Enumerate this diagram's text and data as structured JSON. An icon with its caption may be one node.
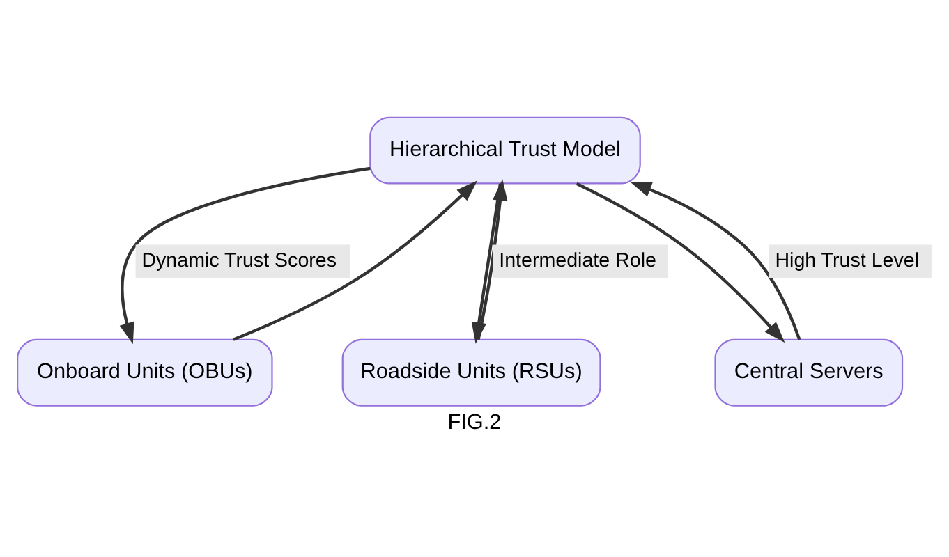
{
  "diagram": {
    "caption": "FIG.2",
    "nodes": [
      {
        "text": [
          "Hierarchical Trust Model"
        ]
      },
      {
        "text": [
          "Onboard Units (OBUs)"
        ]
      },
      {
        "text": [
          "Roadside Units (RSUs)"
        ]
      },
      {
        "text": [
          "Central Servers"
        ]
      }
    ],
    "edges": [
      {
        "from": 0,
        "to": 1,
        "arrow": "to",
        "label": "Dynamic Trust Scores"
      },
      {
        "from": 1,
        "to": 0,
        "arrow": "to"
      },
      {
        "from": 0,
        "to": 2,
        "arrow": "to"
      },
      {
        "from": 2,
        "to": 0,
        "arrow": "to",
        "label": "Intermediate Role"
      },
      {
        "from": 0,
        "to": 3,
        "arrow": "to"
      },
      {
        "from": 3,
        "to": 0,
        "arrow": "to",
        "label": "High Trust Level"
      }
    ]
  }
}
